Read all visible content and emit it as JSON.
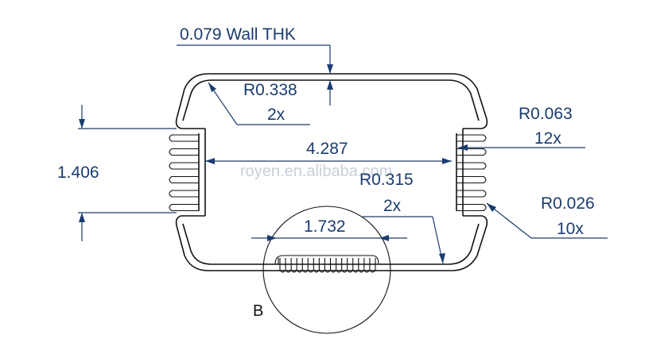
{
  "drawing": {
    "wall_thickness": "0.079 Wall THK",
    "outer_radius": {
      "value": "R0.338",
      "count": "2x"
    },
    "fin_radius_right_outer": {
      "value": "R0.063",
      "count": "12x"
    },
    "overall_width": "4.287",
    "inner_radius": {
      "value": "R0.315",
      "count": "2x"
    },
    "fin_radius_right_inner": {
      "value": "R0.026",
      "count": "10x"
    },
    "side_height": "1.406",
    "bottom_fin_span": "1.732",
    "detail_label": "B",
    "watermark": "royen.en.alibaba.com"
  }
}
